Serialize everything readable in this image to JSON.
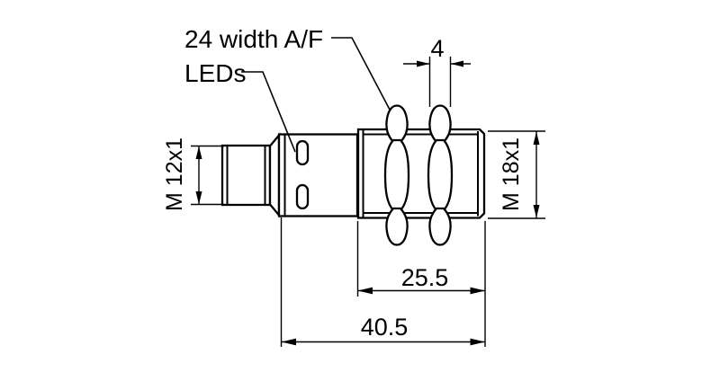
{
  "drawing": {
    "type": "sensor-dimension-drawing",
    "labels": {
      "hex_width": "24 width A/F",
      "leds": "LEDs"
    },
    "dimensions": {
      "nut_width": "4",
      "connector_thread": "M 12x1",
      "body_thread": "M 18x1",
      "thread_length": "25.5",
      "total_length": "40.5"
    },
    "colors": {
      "line": "#000000",
      "background": "#ffffff"
    }
  }
}
